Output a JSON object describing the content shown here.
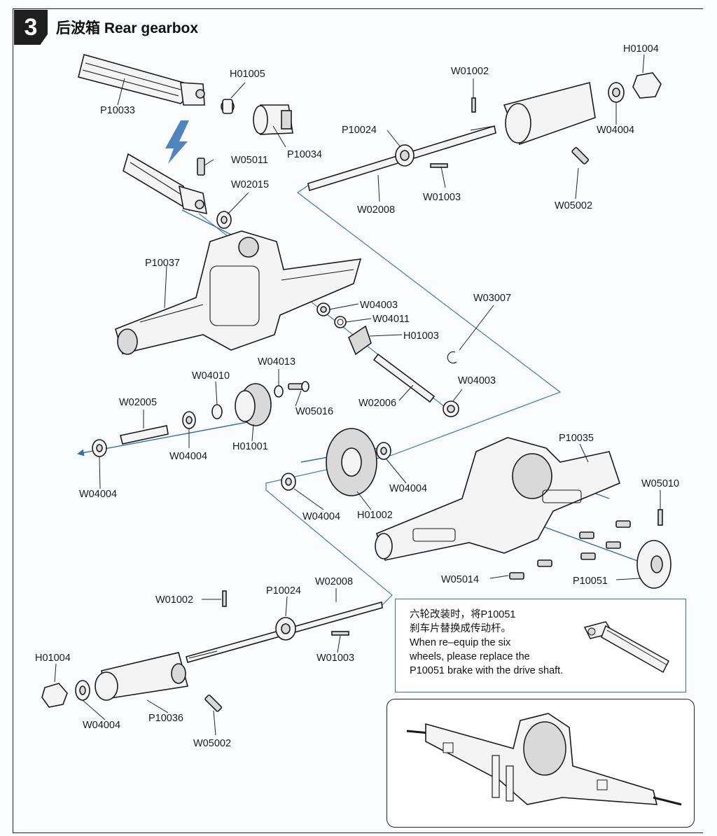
{
  "section": {
    "step_number": "3",
    "title": "后波箱 Rear gearbox"
  },
  "parts": {
    "P10033": "P10033",
    "H01005": "H01005",
    "P10034": "P10034",
    "W05011": "W05011",
    "W02015": "W02015",
    "P10037": "P10037",
    "W04003_a": "W04003",
    "W04011": "W04011",
    "H01003": "H01003",
    "W03007": "W03007",
    "W04013": "W04013",
    "W04010": "W04010",
    "W05016": "W05016",
    "W02005": "W02005",
    "W04004_a": "W04004",
    "H01001": "H01001",
    "W04004_b": "W04004",
    "W02006": "W02006",
    "W04003_b": "W04003",
    "W01002_a": "W01002",
    "H01004_a": "H01004",
    "P10024_a": "P10024",
    "W04004_c": "W04004",
    "W01003_a": "W01003",
    "W02008_a": "W02008",
    "W05002_a": "W05002",
    "P10035": "P10035",
    "W04004_d": "W04004",
    "W04004_e": "W04004",
    "H01002": "H01002",
    "W05010": "W05010",
    "W05014": "W05014",
    "P10051": "P10051",
    "W01002_b": "W01002",
    "P10024_b": "P10024",
    "W02008_b": "W02008",
    "H01004_b": "H01004",
    "W01003_b": "W01003",
    "W04004_f": "W04004",
    "P10036": "P10036",
    "W05002_b": "W05002"
  },
  "note": {
    "line1": "六轮改装时，将P10051",
    "line2": "刹车片替换成传动杆。",
    "line3": "When re–equip the six",
    "line4": "wheels, please replace the",
    "line5": "P10051 brake with the drive shaft."
  },
  "colors": {
    "guide_line": "#2f6fb5",
    "ink": "#1a1a1a",
    "badge": "#1e1e1e"
  }
}
